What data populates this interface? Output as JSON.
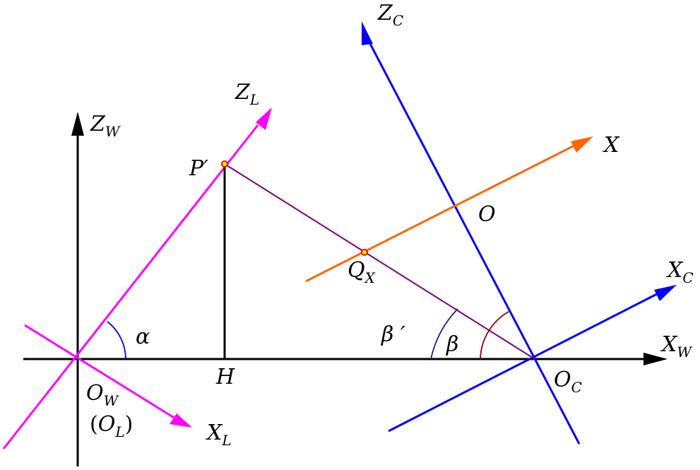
{
  "colors": {
    "world_axes": "#000000",
    "laser_axes": "#ff00ff",
    "camera_axes": "#0000ff",
    "x_axis": "#ff6600",
    "projection_line": "#800080",
    "angle_beta_prime_arc": "#1a237e",
    "angle_beta_arc": "#8b0000",
    "angle_alpha_arc": "#0000ff",
    "point_marker": "#ff0000"
  },
  "labels": {
    "zw": {
      "main": "Z",
      "sub": "W"
    },
    "xw": {
      "main": "X",
      "sub": "W"
    },
    "zl": {
      "main": "Z",
      "sub": "L"
    },
    "xl": {
      "main": "X",
      "sub": "L"
    },
    "zc": {
      "main": "Z",
      "sub": "C"
    },
    "xc": {
      "main": "X",
      "sub": "C"
    },
    "x": {
      "main": "X"
    },
    "ow": {
      "main": "O",
      "sub": "W"
    },
    "ol": {
      "open": "(",
      "main": "O",
      "sub": "L",
      "close": ")"
    },
    "oc": {
      "main": "O",
      "sub": "C"
    },
    "o": {
      "main": "O"
    },
    "p_prime": {
      "main": "P′"
    },
    "qx": {
      "main": "Q",
      "sub": "X"
    },
    "h": {
      "main": "H"
    },
    "alpha": {
      "main": "α"
    },
    "beta": {
      "main": "β"
    },
    "beta_prime": {
      "main": "β ′"
    }
  }
}
